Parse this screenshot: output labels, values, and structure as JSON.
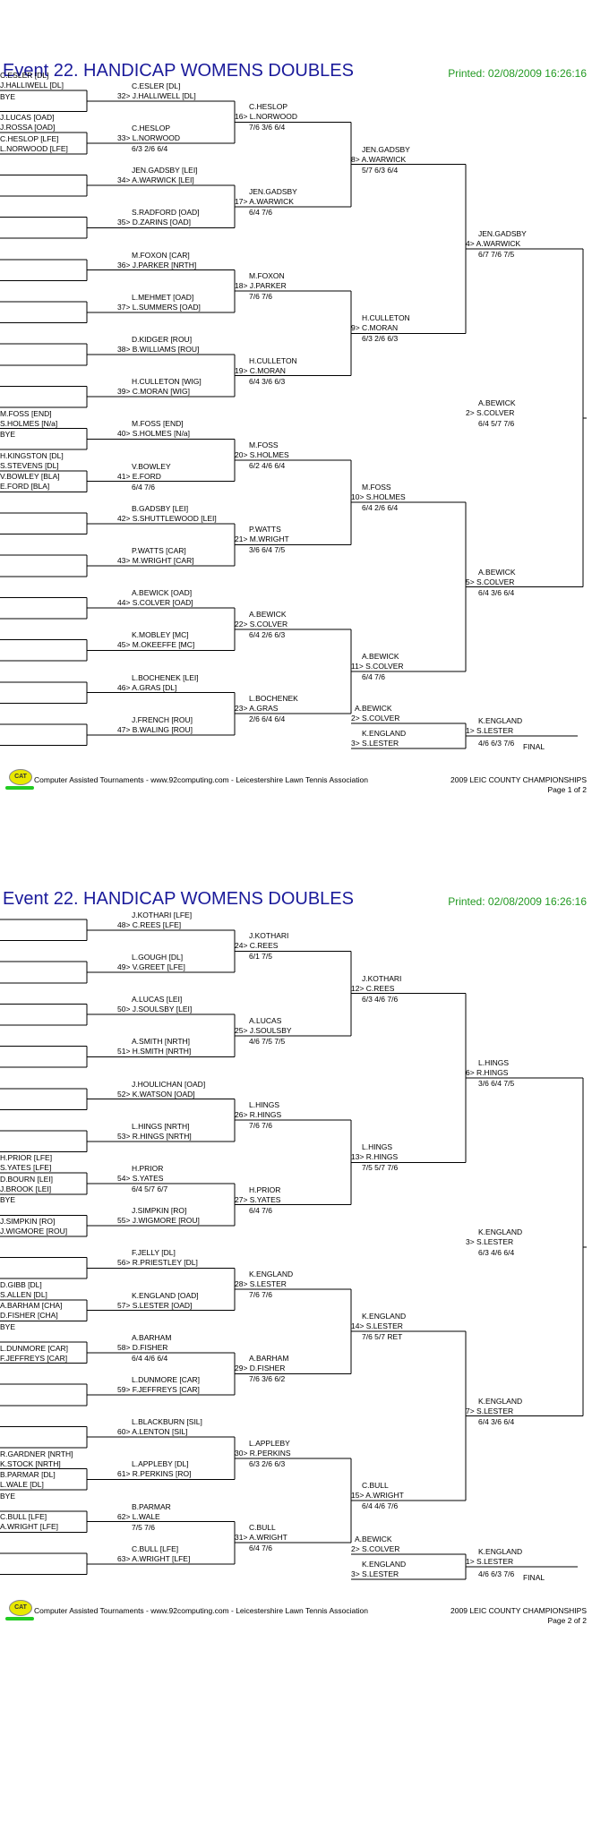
{
  "pages": [
    {
      "title": "Event 22. HANDICAP  WOMENS DOUBLES",
      "printed": "Printed: 02/08/2009 16:26:16",
      "final_label": "FINAL",
      "footer_text": "Computer Assisted Tournaments - www.92computing.com -  Leicestershire Lawn Tennis Association",
      "footer_right_1": "2009 LEIC COUNTY CHAMPIONSHIPS",
      "footer_right_2": "Page 1 of 2",
      "logo_text": "CAT",
      "entries": [
        [
          "C.ESLER [DL]",
          "J.HALLIWELL [DL]"
        ],
        [
          "BYE",
          ""
        ],
        [
          "J.LUCAS [OAD]",
          "J.ROSSA [OAD]"
        ],
        [
          "C.HESLOP [LFE]",
          "L.NORWOOD [LFE]"
        ],
        [
          "",
          ""
        ],
        [
          "",
          ""
        ],
        [
          "",
          ""
        ],
        [
          "",
          ""
        ],
        [
          "",
          ""
        ],
        [
          "",
          ""
        ],
        [
          "",
          ""
        ],
        [
          "",
          ""
        ],
        [
          "",
          ""
        ],
        [
          "",
          ""
        ],
        [
          "",
          ""
        ],
        [
          "",
          ""
        ],
        [
          "M.FOSS [END]",
          "S.HOLMES [N/a]"
        ],
        [
          "BYE",
          ""
        ],
        [
          "H.KINGSTON [DL]",
          "S.STEVENS [DL]"
        ],
        [
          "V.BOWLEY [BLA]",
          "E.FORD [BLA]"
        ],
        [
          "",
          ""
        ],
        [
          "",
          ""
        ],
        [
          "",
          ""
        ],
        [
          "",
          ""
        ],
        [
          "",
          ""
        ],
        [
          "",
          ""
        ],
        [
          "",
          ""
        ],
        [
          "",
          ""
        ],
        [
          "",
          ""
        ],
        [
          "",
          ""
        ],
        [
          "",
          ""
        ],
        [
          "",
          ""
        ]
      ],
      "r2": [
        [
          "C.ESLER [DL]",
          "32> J.HALLIWELL [DL]",
          ""
        ],
        [
          "C.HESLOP",
          "33> L.NORWOOD",
          "6/3 2/6 6/4"
        ],
        [
          "JEN.GADSBY [LEI]",
          "34> A.WARWICK [LEI]",
          ""
        ],
        [
          "S.RADFORD [OAD]",
          "35> D.ZARINS [OAD]",
          ""
        ],
        [
          "M.FOXON [CAR]",
          "36> J.PARKER [NRTH]",
          ""
        ],
        [
          "L.MEHMET [OAD]",
          "37> L.SUMMERS [OAD]",
          ""
        ],
        [
          "D.KIDGER [ROU]",
          "38> B.WILLIAMS [ROU]",
          ""
        ],
        [
          "H.CULLETON [WIG]",
          "39> C.MORAN [WIG]",
          ""
        ],
        [
          "M.FOSS [END]",
          "40> S.HOLMES [N/a]",
          ""
        ],
        [
          "V.BOWLEY",
          "41> E.FORD",
          "6/4 7/6"
        ],
        [
          "B.GADSBY [LEI]",
          "42> S.SHUTTLEWOOD [LEI]",
          ""
        ],
        [
          "P.WATTS [CAR]",
          "43> M.WRIGHT [CAR]",
          ""
        ],
        [
          "A.BEWICK [OAD]",
          "44> S.COLVER [OAD]",
          ""
        ],
        [
          "K.MOBLEY [MC]",
          "45> M.OKEEFFE [MC]",
          ""
        ],
        [
          "L.BOCHENEK [LEI]",
          "46> A.GRAS [DL]",
          ""
        ],
        [
          "J.FRENCH [ROU]",
          "47> B.WALING [ROU]",
          ""
        ]
      ],
      "r3": [
        [
          "C.HESLOP",
          "16> L.NORWOOD",
          "7/6 3/6 6/4"
        ],
        [
          "JEN.GADSBY",
          "17> A.WARWICK",
          "6/4 7/6"
        ],
        [
          "M.FOXON",
          "18> J.PARKER",
          "7/6 7/6"
        ],
        [
          "H.CULLETON",
          "19> C.MORAN",
          "6/4 3/6 6/3"
        ],
        [
          "M.FOSS",
          "20> S.HOLMES",
          "6/2 4/6 6/4"
        ],
        [
          "P.WATTS",
          "21> M.WRIGHT",
          "3/6 6/4 7/5"
        ],
        [
          "A.BEWICK",
          "22> S.COLVER",
          "6/4 2/6 6/3"
        ],
        [
          "L.BOCHENEK",
          "23> A.GRAS",
          "2/6 6/4 6/4"
        ]
      ],
      "r4": [
        [
          "JEN.GADSBY",
          "8> A.WARWICK",
          "5/7 6/3 6/4"
        ],
        [
          "H.CULLETON",
          "9> C.MORAN",
          "6/3 2/6 6/3"
        ],
        [
          "M.FOSS",
          "10> S.HOLMES",
          "6/4 2/6 6/4"
        ],
        [
          "A.BEWICK",
          "11> S.COLVER",
          "6/4 7/6"
        ]
      ],
      "r5": [
        [
          "JEN.GADSBY",
          "4> A.WARWICK",
          "6/7 7/6 7/5"
        ],
        [
          "A.BEWICK",
          "5> S.COLVER",
          "6/4 3/6 6/4"
        ]
      ],
      "r6": [
        [
          "A.BEWICK",
          "2> S.COLVER",
          "6/4 5/7 7/6"
        ]
      ],
      "final_a": [
        "A.BEWICK",
        "2> S.COLVER"
      ],
      "final_b": [
        "K.ENGLAND",
        "3> S.LESTER"
      ],
      "winner": [
        "K.ENGLAND",
        "1> S.LESTER",
        "4/6 6/3 7/6"
      ]
    },
    {
      "title": "Event 22. HANDICAP  WOMENS DOUBLES",
      "printed": "Printed: 02/08/2009 16:26:16",
      "final_label": "FINAL",
      "footer_text": "Computer Assisted Tournaments - www.92computing.com -  Leicestershire Lawn Tennis Association",
      "footer_right_1": "2009 LEIC COUNTY CHAMPIONSHIPS",
      "footer_right_2": "Page 2 of 2",
      "logo_text": "CAT",
      "entries": [
        [
          "",
          ""
        ],
        [
          "",
          ""
        ],
        [
          "",
          ""
        ],
        [
          "",
          ""
        ],
        [
          "",
          ""
        ],
        [
          "",
          ""
        ],
        [
          "",
          ""
        ],
        [
          "",
          ""
        ],
        [
          "",
          ""
        ],
        [
          "",
          ""
        ],
        [
          "",
          ""
        ],
        [
          "",
          ""
        ],
        [
          "H.PRIOR [LFE]",
          "S.YATES [LFE]"
        ],
        [
          "D.BOURN [LEI]",
          "J.BROOK [LEI]"
        ],
        [
          "BYE",
          ""
        ],
        [
          "J.SIMPKIN [RO]",
          "J.WIGMORE [ROU]"
        ],
        [
          "",
          ""
        ],
        [
          "",
          ""
        ],
        [
          "D.GIBB [DL]",
          "S.ALLEN [DL]"
        ],
        [
          "A.BARHAM [CHA]",
          "D.FISHER [CHA]"
        ],
        [
          "BYE",
          ""
        ],
        [
          "L.DUNMORE [CAR]",
          "F.JEFFREYS [CAR]"
        ],
        [
          "",
          ""
        ],
        [
          "",
          ""
        ],
        [
          "",
          ""
        ],
        [
          "",
          ""
        ],
        [
          "R.GARDNER [NRTH]",
          "K.STOCK [NRTH]"
        ],
        [
          "B.PARMAR [DL]",
          "L.WALE [DL]"
        ],
        [
          "BYE",
          ""
        ],
        [
          "C.BULL [LFE]",
          "A.WRIGHT [LFE]"
        ]
      ],
      "r2": [
        [
          "J.KOTHARI [LFE]",
          "48> C.REES [LFE]",
          ""
        ],
        [
          "L.GOUGH [DL]",
          "49> V.GREET [LFE]",
          ""
        ],
        [
          "A.LUCAS [LEI]",
          "50> J.SOULSBY [LEI]",
          ""
        ],
        [
          "A.SMITH [NRTH]",
          "51> H.SMITH [NRTH]",
          ""
        ],
        [
          "J.HOULICHAN [OAD]",
          "52> K.WATSON [OAD]",
          ""
        ],
        [
          "L.HINGS [NRTH]",
          "53> R.HINGS [NRTH]",
          ""
        ],
        [
          "H.PRIOR",
          "54> S.YATES",
          "6/4 5/7 6/7"
        ],
        [
          "J.SIMPKIN [RO]",
          "55> J.WIGMORE [ROU]",
          ""
        ],
        [
          "F.JELLY [DL]",
          "56> R.PRIESTLEY [DL]",
          ""
        ],
        [
          "K.ENGLAND [OAD]",
          "57> S.LESTER [OAD]",
          ""
        ],
        [
          "A.BARHAM",
          "58> D.FISHER",
          "6/4 4/6 6/4"
        ],
        [
          "L.DUNMORE [CAR]",
          "59> F.JEFFREYS [CAR]",
          ""
        ],
        [
          "L.BLACKBURN [SIL]",
          "60> A.LENTON [SIL]",
          ""
        ],
        [
          "L.APPLEBY [DL]",
          "61> R.PERKINS [RO]",
          ""
        ],
        [
          "B.PARMAR",
          "62> L.WALE",
          "7/5 7/6"
        ],
        [
          "C.BULL [LFE]",
          "63> A.WRIGHT [LFE]",
          ""
        ]
      ],
      "r3": [
        [
          "J.KOTHARI",
          "24> C.REES",
          "6/1 7/5"
        ],
        [
          "A.LUCAS",
          "25> J.SOULSBY",
          "4/6 7/5 7/5"
        ],
        [
          "L.HINGS",
          "26> R.HINGS",
          "7/6 7/6"
        ],
        [
          "H.PRIOR",
          "27> S.YATES",
          "6/4 7/6"
        ],
        [
          "K.ENGLAND",
          "28> S.LESTER",
          "7/6 7/6"
        ],
        [
          "A.BARHAM",
          "29> D.FISHER",
          "7/6 3/6 6/2"
        ],
        [
          "L.APPLEBY",
          "30> R.PERKINS",
          "6/3 2/6 6/3"
        ],
        [
          "C.BULL",
          "31> A.WRIGHT",
          "6/4 7/6"
        ]
      ],
      "r4": [
        [
          "J.KOTHARI",
          "12> C.REES",
          "6/3 4/6 7/6"
        ],
        [
          "L.HINGS",
          "13> R.HINGS",
          "7/5 5/7 7/6"
        ],
        [
          "K.ENGLAND",
          "14> S.LESTER",
          "7/6 5/7 RET"
        ],
        [
          "C.BULL",
          "15> A.WRIGHT",
          "6/4 4/6 7/6"
        ]
      ],
      "r5": [
        [
          "L.HINGS",
          "6> R.HINGS",
          "3/6 6/4 7/5"
        ],
        [
          "K.ENGLAND",
          "7> S.LESTER",
          "6/4 3/6 6/4"
        ]
      ],
      "r6": [
        [
          "K.ENGLAND",
          "3> S.LESTER",
          "6/3 4/6 6/4"
        ]
      ],
      "final_a": [
        "A.BEWICK",
        "2> S.COLVER"
      ],
      "final_b": [
        "K.ENGLAND",
        "3> S.LESTER"
      ],
      "winner": [
        "K.ENGLAND",
        "1> S.LESTER",
        "4/6 6/3 7/6"
      ]
    }
  ]
}
